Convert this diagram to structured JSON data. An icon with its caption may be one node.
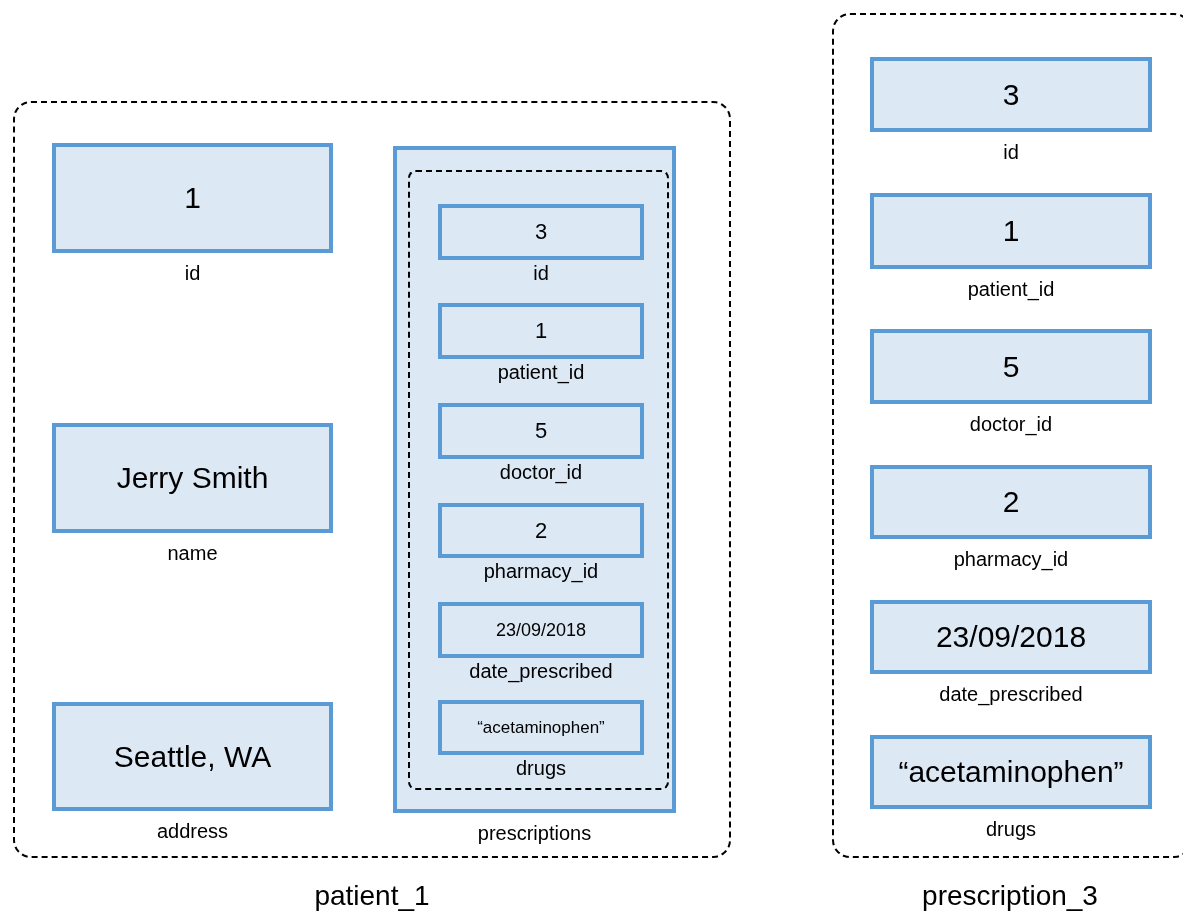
{
  "diagram": {
    "nodes": [
      {
        "text": [
          "patient_1"
        ]
      },
      {
        "text": [
          "1"
        ],
        "beside": [
          "id"
        ],
        "in": 0
      },
      {
        "text": [
          "Jerry Smith"
        ],
        "beside": [
          "name"
        ],
        "in": 0
      },
      {
        "text": [
          "Seattle, WA"
        ],
        "beside": [
          "address"
        ],
        "in": 0
      },
      {
        "text": [],
        "shape": "box",
        "beside": [
          "prescriptions"
        ],
        "in": 0
      },
      {
        "text": [],
        "shape": "box",
        "in": 4
      },
      {
        "text": [
          "3"
        ],
        "beside": [
          "id"
        ],
        "in": 5
      },
      {
        "text": [
          "1"
        ],
        "beside": [
          "patient_id"
        ],
        "in": 5
      },
      {
        "text": [
          "5"
        ],
        "beside": [
          "doctor_id"
        ],
        "in": 5
      },
      {
        "text": [
          "2"
        ],
        "beside": [
          "pharmacy_id"
        ],
        "in": 5
      },
      {
        "text": [
          "23/09/2018"
        ],
        "beside": [
          "date_prescribed"
        ],
        "in": 5
      },
      {
        "text": [
          "“acetaminophen”"
        ],
        "beside": [
          "drugs"
        ],
        "in": 5
      },
      {
        "text": [
          "prescription_3"
        ]
      },
      {
        "text": [
          "3"
        ],
        "beside": [
          "id"
        ],
        "in": 12
      },
      {
        "text": [
          "1"
        ],
        "beside": [
          "patient_id"
        ],
        "in": 12
      },
      {
        "text": [
          "5"
        ],
        "beside": [
          "doctor_id"
        ],
        "in": 12
      },
      {
        "text": [
          "2"
        ],
        "beside": [
          "pharmacy_id"
        ],
        "in": 12
      },
      {
        "text": [
          "23/09/2018"
        ],
        "beside": [
          "date_prescribed"
        ],
        "in": 12
      },
      {
        "text": [
          "“acetaminophen”"
        ],
        "beside": [
          "drugs"
        ],
        "in": 12
      }
    ]
  }
}
